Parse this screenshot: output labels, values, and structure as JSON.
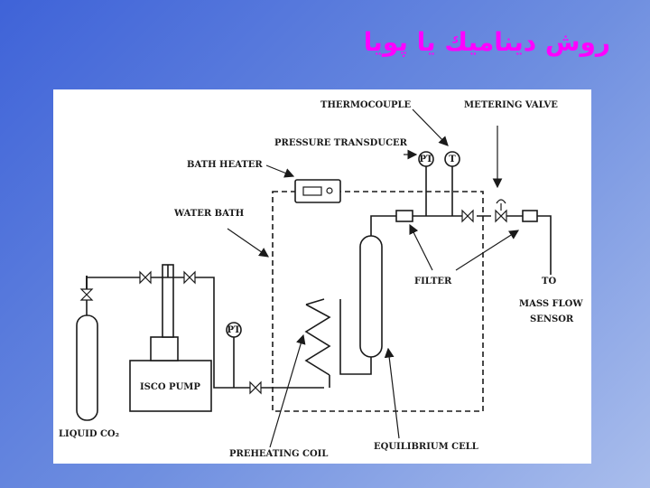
{
  "slide": {
    "title": "روش دینامیك یا پویا",
    "title_color": "#ff00ff"
  },
  "diagram": {
    "labels": {
      "thermocouple": "THERMOCOUPLE",
      "metering_valve": "METERING VALVE",
      "pressure_transducer": "PRESSURE TRANSDUCER",
      "bath_heater": "BATH HEATER",
      "water_bath": "WATER BATH",
      "filter": "FILTER",
      "to": "TO",
      "mass_flow": "MASS FLOW",
      "sensor": "SENSOR",
      "isco_pump": "ISCO PUMP",
      "liquid_co2": "LIQUID CO₂",
      "preheating_coil": "PREHEATING COIL",
      "equilibrium_cell": "EQUILIBRIUM CELL",
      "gauge_pt": "PT",
      "gauge_t": "T"
    }
  }
}
